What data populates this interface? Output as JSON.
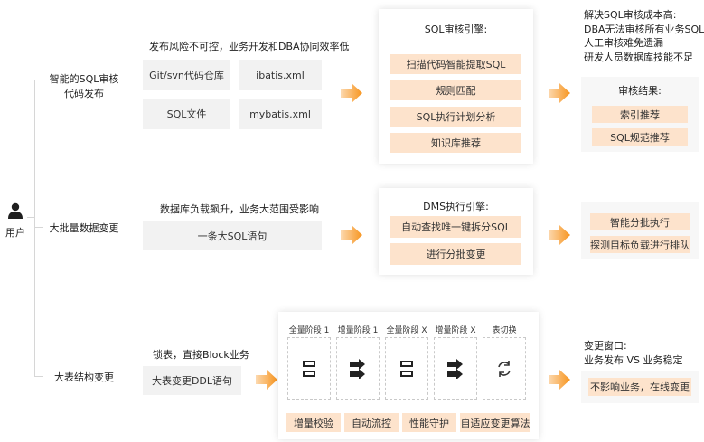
{
  "user": {
    "label": "用户"
  },
  "row1": {
    "label": "智能的SQL审核代码发布",
    "label_line1": "智能的SQL审核",
    "label_line2": "代码发布",
    "issue": "发布风险不可控，业务开发和DBA协同效率低",
    "sources": [
      "Git/svn代码仓库",
      "ibatis.xml",
      "SQL文件",
      "mybatis.xml"
    ],
    "engine_title": "SQL审核引擎:",
    "engine_items": [
      "扫描代码智能提取SQL",
      "规则匹配",
      "SQL执行计划分析",
      "知识库推荐"
    ],
    "benefits": [
      "解决SQL审核成本高:",
      "DBA无法审核所有业务SQL",
      "人工审核难免遗漏",
      "研发人员数据库技能不足"
    ],
    "result_title": "审核结果:",
    "results": [
      "索引推荐",
      "SQL规范推荐"
    ]
  },
  "row2": {
    "label": "大批量数据变更",
    "issue": "数据库负载飙升，业务大范围受影响",
    "source": "一条大SQL语句",
    "engine_title": "DMS执行引擎:",
    "engine_items": [
      "自动查找唯一键拆分SQL",
      "进行分批变更"
    ],
    "results": [
      "智能分批执行",
      "探测目标负载进行排队"
    ]
  },
  "row3": {
    "label": "大表结构变更",
    "issue": "锁表，直接Block业务",
    "source": "大表变更DDL语句",
    "stages": [
      "全量阶段 1",
      "增量阶段 1",
      "全量阶段 X",
      "增量阶段 X",
      "表切换"
    ],
    "features": [
      "增量校验",
      "自动流控",
      "性能守护",
      "自适应变更算法"
    ],
    "window_title": "变更窗口:",
    "window_subtitle": "业务发布 VS 业务稳定",
    "result": "不影响业务，在线变更"
  },
  "colors": {
    "accent": "#f7941d",
    "light_orange": "#fde3cc",
    "gray_box": "#f2f2f2"
  },
  "icons": {
    "user": "user-icon",
    "arrow": "orange-arrow-icon",
    "full_stage": "table-copy-icon",
    "incr_stage": "right-arrow-icon",
    "switch": "refresh-icon"
  }
}
